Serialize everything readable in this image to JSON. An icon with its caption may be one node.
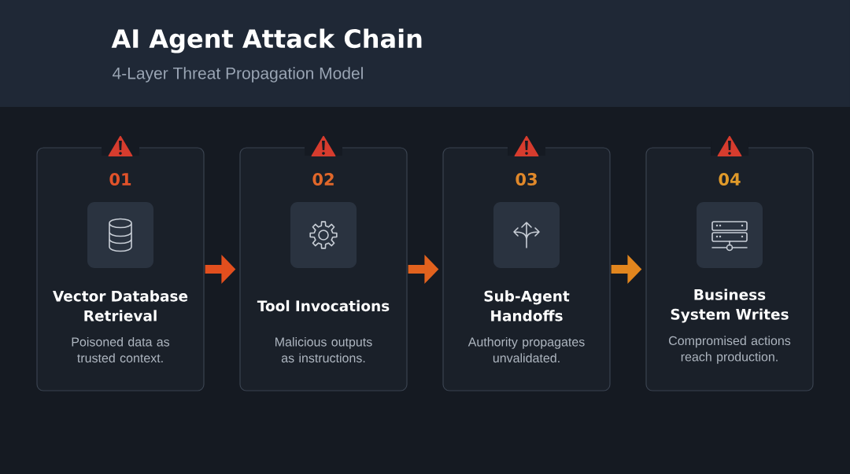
{
  "diagram": {
    "title": "AI Agent Attack Chain",
    "caption": "4-Layer Threat Propagation Model",
    "nodes": [
      {
        "text": [
          "01",
          "Vector Database Retrieval",
          "Poisoned data as trusted context."
        ]
      },
      {
        "text": [
          "02",
          "Tool Invocations",
          "Malicious outputs as instructions."
        ]
      },
      {
        "text": [
          "03",
          "Sub-Agent Handoffs",
          "Authority propagates unvalidated."
        ]
      },
      {
        "text": [
          "04",
          "Business System Writes",
          "Compromised actions reach production."
        ]
      }
    ],
    "edges": [
      {
        "from": 0,
        "to": 1,
        "arrow": "to",
        "color": "#e24f1e"
      },
      {
        "from": 1,
        "to": 2,
        "arrow": "to",
        "color": "#e2621e"
      },
      {
        "from": 2,
        "to": 3,
        "arrow": "to",
        "color": "#e2861e"
      }
    ]
  }
}
